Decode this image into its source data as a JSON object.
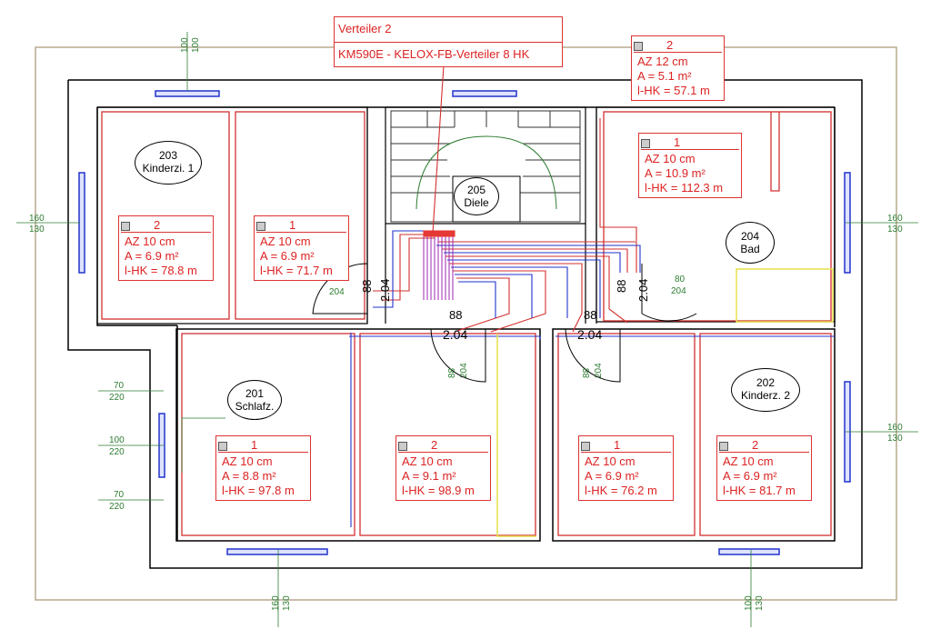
{
  "distributor": {
    "title": "Verteiler 2",
    "model": "KM590E - KELOX-FB-Verteiler 8 HK"
  },
  "rooms": [
    {
      "number": "203",
      "name": "Kinderzi. 1"
    },
    {
      "number": "205",
      "name": "Diele"
    },
    {
      "number": "204",
      "name": "Bad"
    },
    {
      "number": "201",
      "name": "Schlafz."
    },
    {
      "number": "202",
      "name": "Kinderz. 2"
    }
  ],
  "circuits": [
    {
      "id": "2",
      "az": "AZ 10 cm",
      "area": "A = 6.9 m²",
      "length": "l-HK = 78.8 m"
    },
    {
      "id": "1",
      "az": "AZ 10 cm",
      "area": "A = 6.9 m²",
      "length": "l-HK = 71.7 m"
    },
    {
      "id": "2",
      "az": "AZ 12 cm",
      "area": "A = 5.1 m²",
      "length": "l-HK = 57.1 m"
    },
    {
      "id": "1",
      "az": "AZ 10 cm",
      "area": "A = 10.9 m²",
      "length": "l-HK = 112.3 m"
    },
    {
      "id": "1",
      "az": "AZ 10 cm",
      "area": "A = 8.8 m²",
      "length": "l-HK = 97.8 m"
    },
    {
      "id": "2",
      "az": "AZ 10 cm",
      "area": "A = 9.1 m²",
      "length": "l-HK = 98.9 m"
    },
    {
      "id": "1",
      "az": "AZ 10 cm",
      "area": "A = 6.9 m²",
      "length": "l-HK = 76.2 m"
    },
    {
      "id": "2",
      "az": "AZ 10 cm",
      "area": "A = 6.9 m²",
      "length": "l-HK = 81.7 m"
    }
  ],
  "dimensions": {
    "top_left": [
      "100",
      "100"
    ],
    "left_mid": [
      "160",
      "130"
    ],
    "right_upper": [
      "160",
      "130"
    ],
    "right_lower": [
      "160",
      "130"
    ],
    "left_70a": [
      "70",
      "220"
    ],
    "left_100": [
      "100",
      "220"
    ],
    "left_70b": [
      "70",
      "220"
    ],
    "bottom_left": [
      "160",
      "130"
    ],
    "bottom_right": [
      "100",
      "130"
    ],
    "door_left": [
      "88",
      "2.04",
      "204"
    ],
    "door_right": [
      "88",
      "2.04",
      "80",
      "204"
    ],
    "door_mid1": [
      "88",
      "2.04",
      "88",
      "204"
    ],
    "door_mid2": [
      "88",
      "2.04",
      "88",
      "204"
    ]
  },
  "colors": {
    "wall": "#000000",
    "circuit": "#d32f2f",
    "pipe_blue": "#2233cc",
    "pipe_purple": "#9c27b0",
    "dimension": "#2e7d32",
    "accent_yellow": "#e6e04a"
  }
}
